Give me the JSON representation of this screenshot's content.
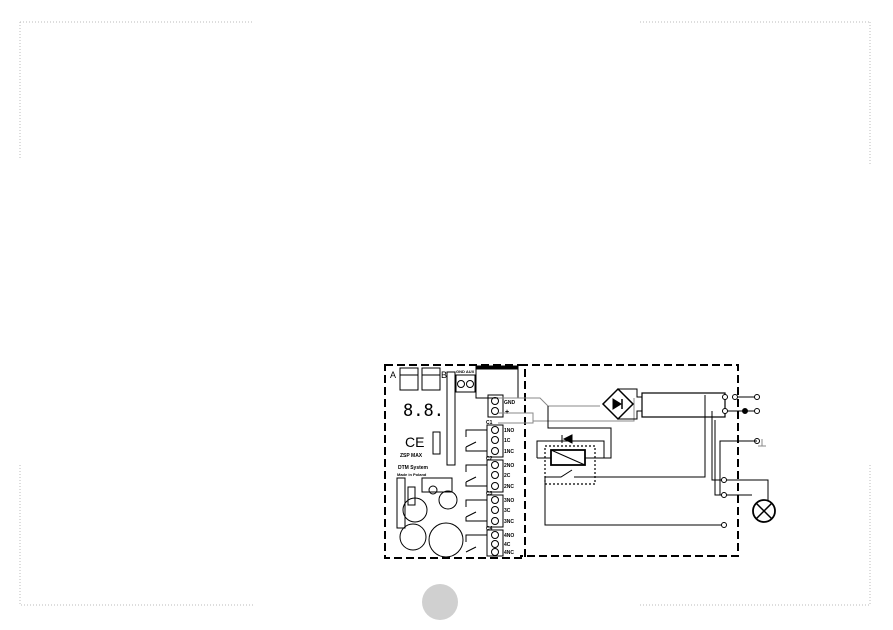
{
  "module": {
    "corner_a": "A",
    "corner_b": "B",
    "display": "8.8.",
    "ce_mark": "CE",
    "model": "ZSP MAX",
    "maker": "DTM System",
    "origin": "Made in Poland",
    "input_label": "GND AUX",
    "power_terminals": [
      "GND",
      "+"
    ],
    "channels": [
      {
        "name": "C1",
        "terminals": [
          "1NO",
          "1C",
          "1NC"
        ]
      },
      {
        "name": "C2",
        "terminals": [
          "2NO",
          "2C",
          "2NC"
        ]
      },
      {
        "name": "C3",
        "terminals": [
          "3NO",
          "3C",
          "3NC"
        ]
      },
      {
        "name": "C4",
        "terminals": [
          "4NO",
          "4C",
          "4NC"
        ]
      }
    ]
  },
  "colors": {
    "line": "#000000",
    "wire_gray": "#888888",
    "page_circle": "#d0d0d0",
    "crop_marks": "#bbbbbb"
  }
}
